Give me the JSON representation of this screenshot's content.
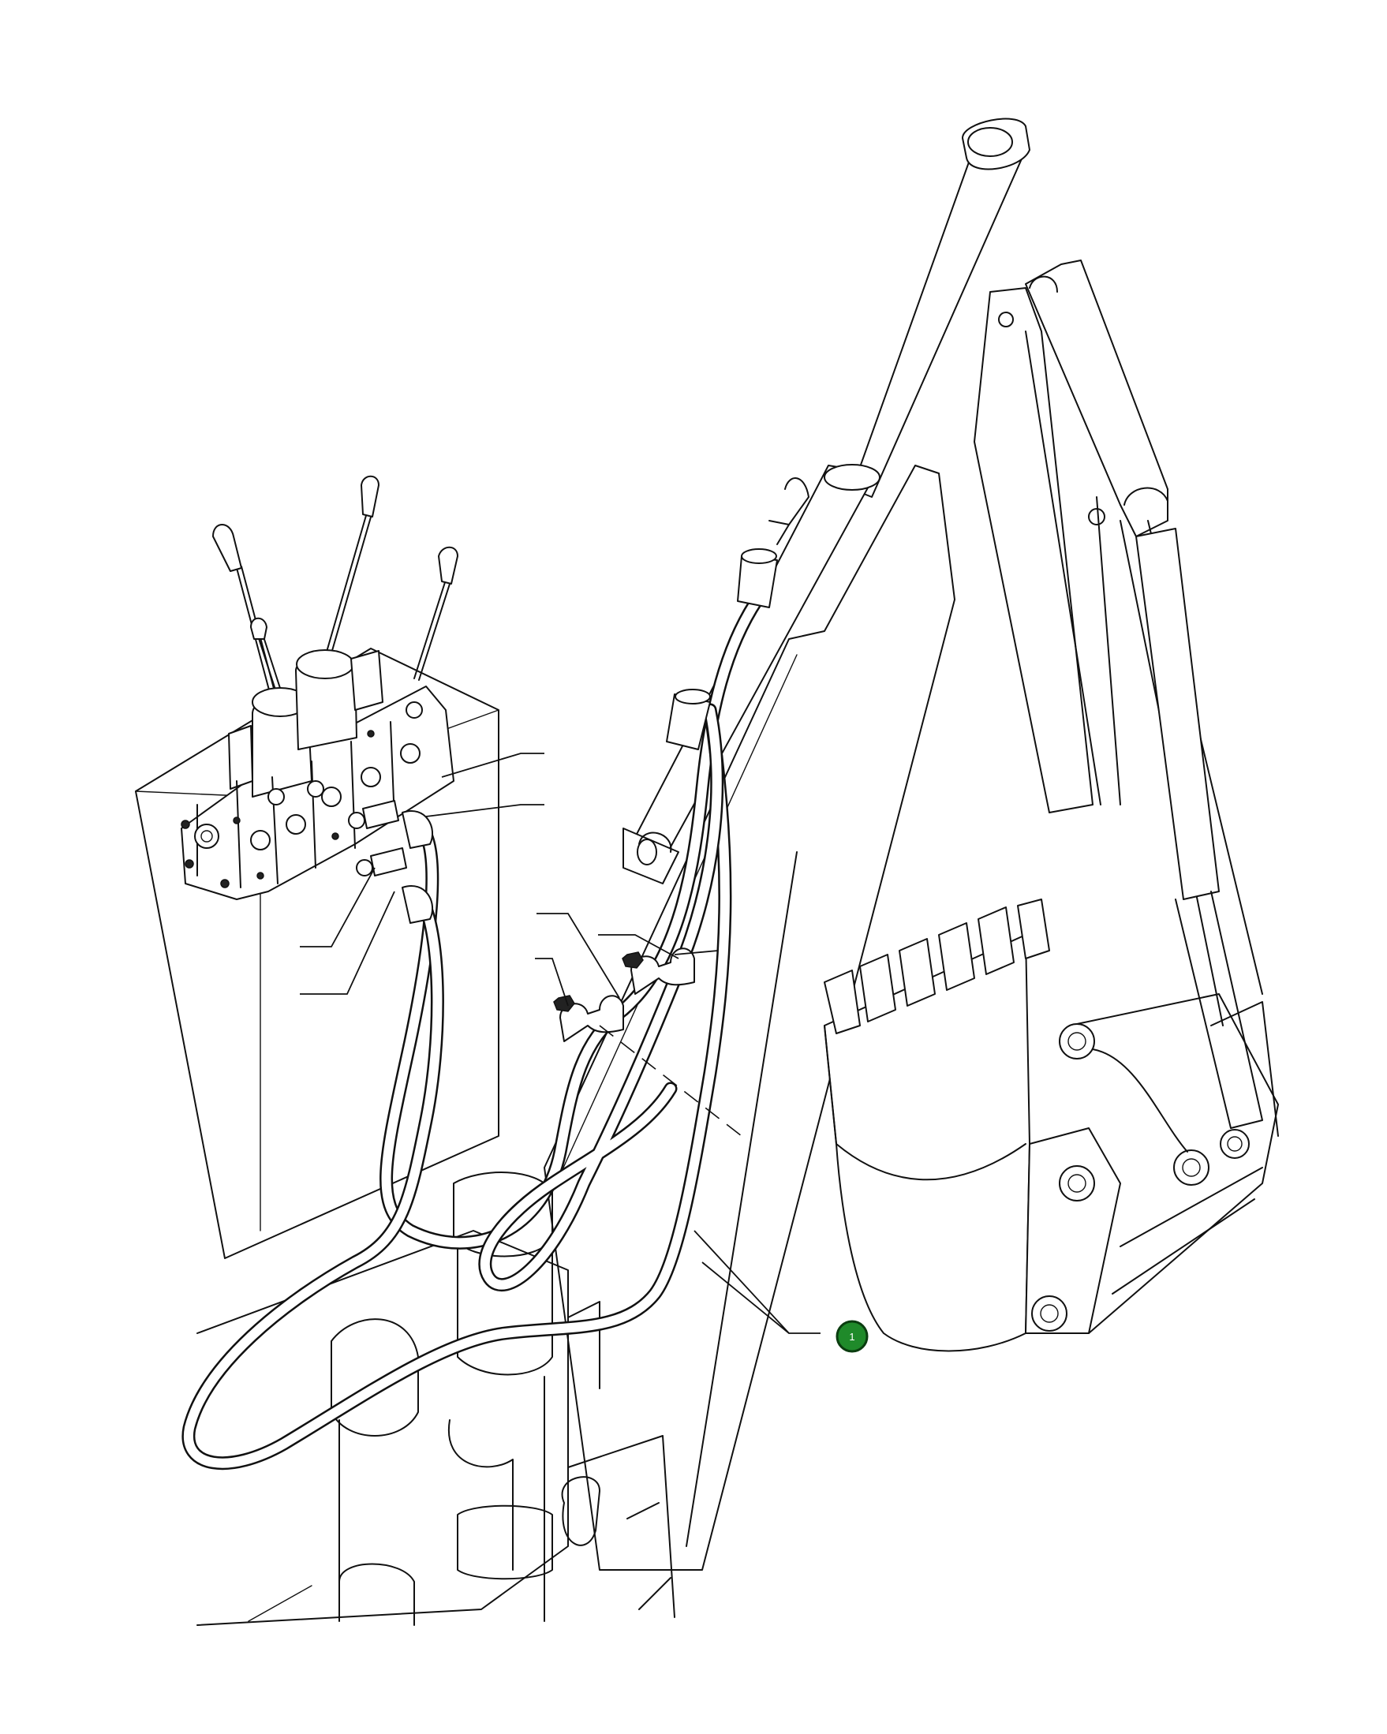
{
  "callouts": [
    {
      "label": "1",
      "color": "#1f8a2a"
    }
  ],
  "icons": [
    "hydraulic-valve-block",
    "control-levers",
    "hydraulic-hoses",
    "hose-clamps",
    "backhoe-arm",
    "hydraulic-cylinder",
    "bucket"
  ]
}
